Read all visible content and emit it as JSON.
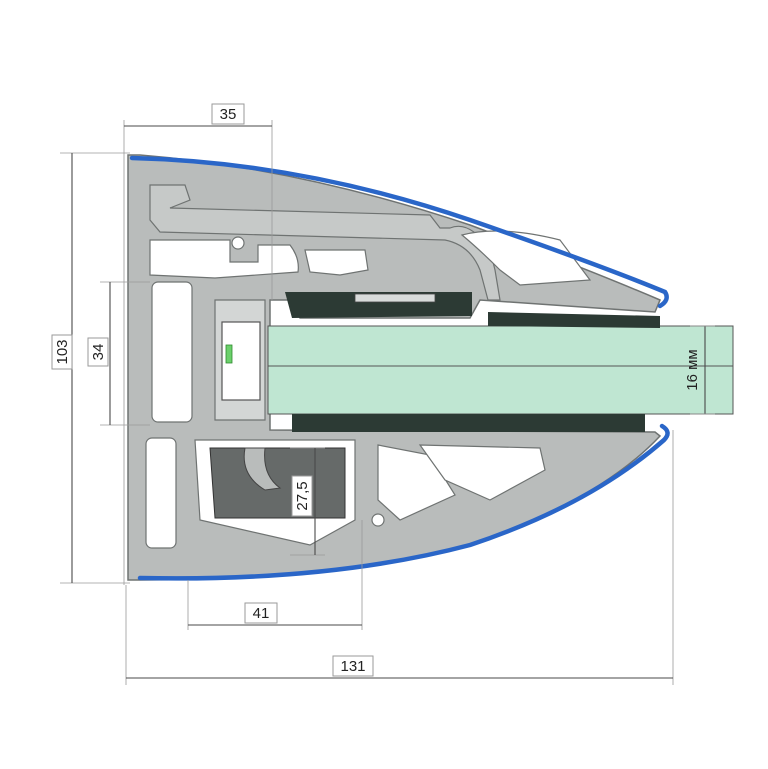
{
  "dimensions": {
    "top_width": "35",
    "overall_height": "103",
    "glass_zone_height": "34",
    "channel_depth": "27,5",
    "bottom_width": "41",
    "overall_width": "131",
    "glass_thickness": "16 мм"
  },
  "colors": {
    "aluminium": "#b9bcbb",
    "aluminium_dark": "#6f7372",
    "cover_blue": "#2a66c8",
    "glass": "#bfe6d2",
    "gasket": "#2c3a34",
    "background": "#ffffff"
  }
}
